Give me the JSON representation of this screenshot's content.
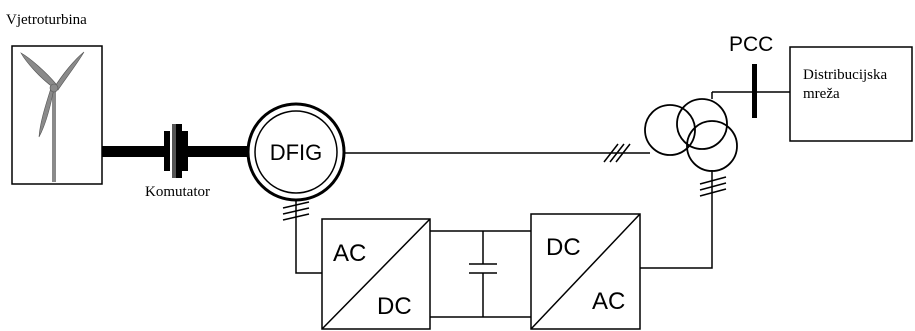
{
  "labels": {
    "wind_turbine": "Vjetroturbina",
    "commutator": "Komutator",
    "generator": "DFIG",
    "pcc": "PCC",
    "grid_line1": "Distribucijska",
    "grid_line2": "mreža",
    "rectifier_top": "AC",
    "rectifier_bottom": "DC",
    "inverter_top": "DC",
    "inverter_bottom": "AC"
  },
  "colors": {
    "stroke": "#000000",
    "blade": "#8a8a8a",
    "background": "#ffffff"
  }
}
